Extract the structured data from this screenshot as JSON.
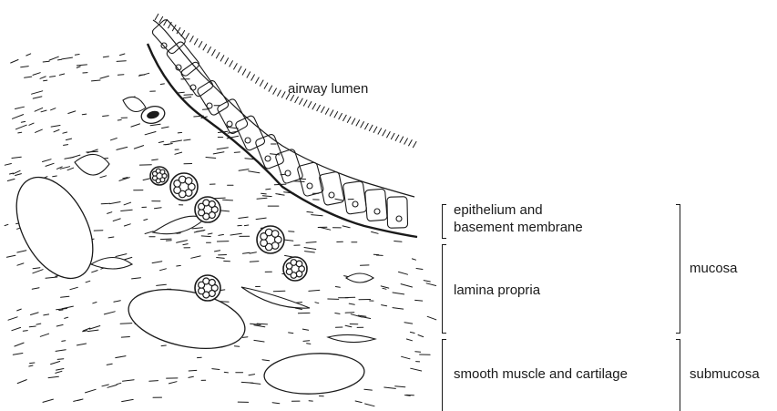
{
  "labels": {
    "airway_lumen": "airway lumen",
    "epithelium_line1": "epithelium and",
    "epithelium_line2": "basement membrane",
    "lamina_propria": "lamina propria",
    "smooth_muscle": "smooth muscle and cartilage",
    "mucosa": "mucosa",
    "submucosa": "submucosa"
  },
  "colors": {
    "ink": "#1a1a1a",
    "background": "#ffffff"
  }
}
